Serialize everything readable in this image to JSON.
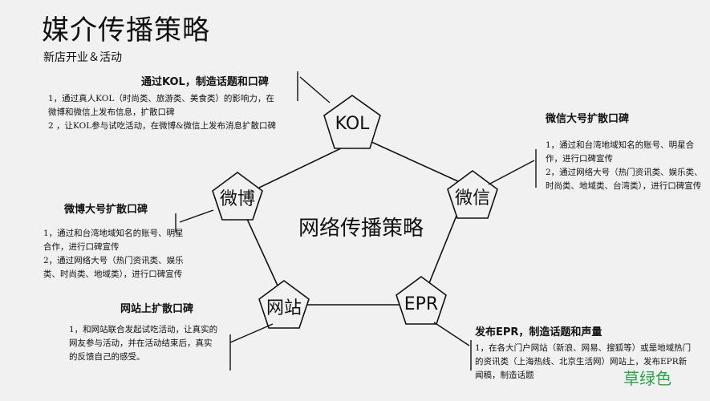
{
  "header": {
    "title": "媒介传播策略",
    "subtitle": "新店开业＆活动"
  },
  "center": {
    "label": "网络传播策略"
  },
  "nodes": {
    "kol": {
      "label": "KOL"
    },
    "weibo": {
      "label": "微博"
    },
    "weixin": {
      "label": "微信"
    },
    "wangzhan": {
      "label": "网站"
    },
    "epr": {
      "label": "EPR"
    }
  },
  "callouts": {
    "kol": {
      "heading": "通过KOL，制造话题和口碑",
      "items": [
        "1，通过真人KOL（时尚类、旅游类、美食类）的影响力，在微博和微信上发布信息，扩散口碑",
        "2 ，让KOL参与试吃活动，在微博&微信上发布消息扩散口碑"
      ]
    },
    "weixin": {
      "heading": "微信大号扩散口碑",
      "items": [
        "1，通过和台湾地域知名的账号、明星合作，进行口碑宣传",
        "2，通过网络大号（热门资讯类、娱乐类、时尚类、地域类、台湾类），进行口碑宣传"
      ]
    },
    "weibo": {
      "heading": "微博大号扩散口碑",
      "items": [
        "1，通过和台湾地域知名的账号、明星合作，进行口碑宣传",
        "2，通过网络大号（热门资讯类、娱乐类、时尚类、地域类），进行口碑宣传"
      ]
    },
    "wangzhan": {
      "heading": "网站上扩散口碑",
      "items": [
        "1，和网站联合发起试吃活动，让真实的网友参与活动，并在活动结束后，真实的反馈自己的感受。"
      ]
    },
    "epr": {
      "heading": "发布EPR，制造话题和声量",
      "items": [
        "1，在各大门户网站（新浪、网易、搜狐等）或是地域热门的资讯类（上海热线、北京生活网）网站上，发布EPR新闻稿，制造话题"
      ]
    }
  },
  "watermark": {
    "text": "草绿色"
  },
  "colors": {
    "background": "#f1f1f1",
    "lines": "#111111",
    "watermark": "#2ea24a"
  }
}
